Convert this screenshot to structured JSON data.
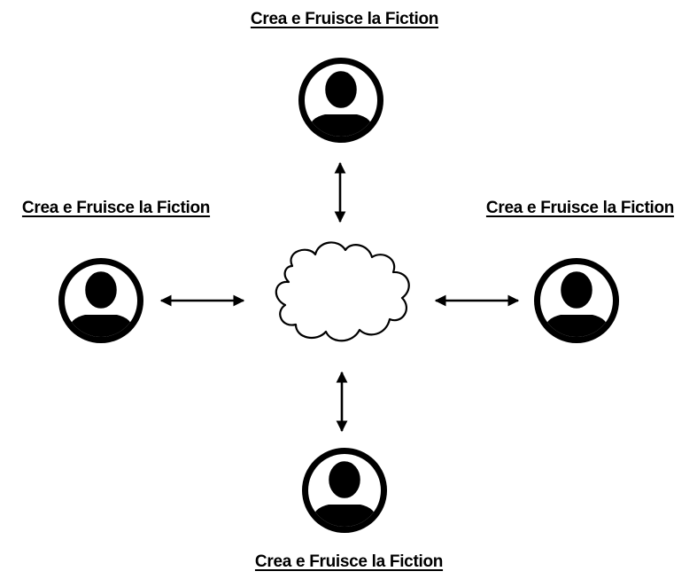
{
  "participants": [
    {
      "id": "top",
      "label": "Crea e Fruisce la Fiction"
    },
    {
      "id": "left",
      "label": "Crea e Fruisce la Fiction"
    },
    {
      "id": "right",
      "label": "Crea e Fruisce la Fiction"
    },
    {
      "id": "bottom",
      "label": "Crea e Fruisce la Fiction"
    }
  ],
  "hub": {
    "icon": "cloud-icon"
  },
  "connections": [
    {
      "from": "top",
      "to": "hub",
      "direction": "bidirectional"
    },
    {
      "from": "left",
      "to": "hub",
      "direction": "bidirectional"
    },
    {
      "from": "right",
      "to": "hub",
      "direction": "bidirectional"
    },
    {
      "from": "bottom",
      "to": "hub",
      "direction": "bidirectional"
    }
  ],
  "icons": {
    "participant": "user-avatar-icon",
    "connector": "double-arrow-icon"
  },
  "colors": {
    "foreground": "#000000",
    "background": "#ffffff"
  }
}
